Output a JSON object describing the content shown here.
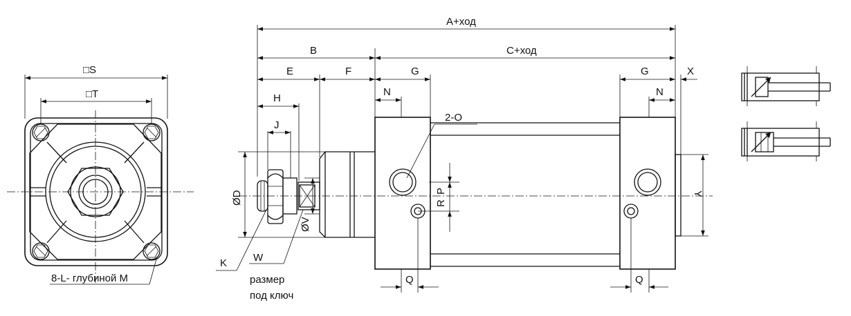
{
  "front_view": {
    "dim_s": "□S",
    "dim_t": "□T",
    "dim_holes": "8-L- глубиной M"
  },
  "side_view": {
    "dim_a": "A+ход",
    "dim_b": "B",
    "dim_c": "C+ход",
    "dim_e": "E",
    "dim_f": "F",
    "dim_g_left": "G",
    "dim_g_right": "G",
    "dim_x": "X",
    "dim_h": "H",
    "dim_j": "J",
    "dim_n_left": "N",
    "dim_n_right": "N",
    "dim_o": "2-O",
    "dim_d": "ØD",
    "dim_v": "ØV",
    "dim_r": "R",
    "dim_p": "P",
    "dim_y": "Y",
    "dim_k": "K",
    "dim_w": "W",
    "dim_q_left": "Q",
    "dim_q_right": "Q",
    "wrench_line1": "размер",
    "wrench_line2": "под ключ"
  }
}
